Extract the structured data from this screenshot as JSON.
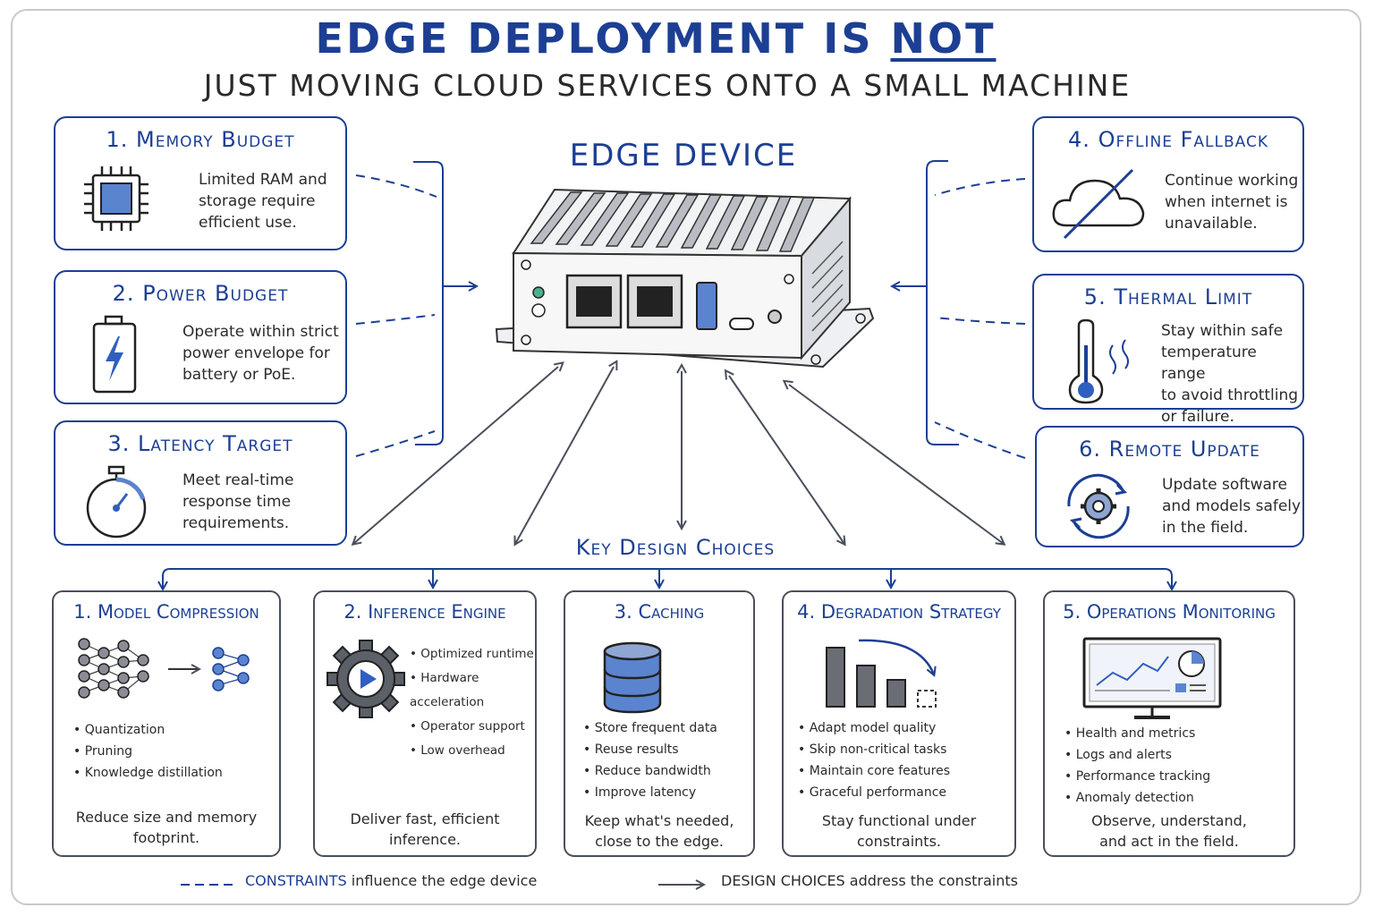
{
  "title": {
    "main": "EDGE DEPLOYMENT IS",
    "emph": "NOT",
    "subtitle": "JUST MOVING CLOUD SERVICES ONTO A SMALL MACHINE"
  },
  "center": {
    "title": "EDGE DEVICE"
  },
  "constraints": [
    {
      "number": "1.",
      "title": "Memory Budget",
      "text": [
        "Limited RAM and",
        "storage require",
        "efficient use."
      ],
      "icon": "chip-icon"
    },
    {
      "number": "2.",
      "title": "Power Budget",
      "text": [
        "Operate within strict",
        "power envelope for",
        "battery or PoE."
      ],
      "icon": "battery-icon"
    },
    {
      "number": "3.",
      "title": "Latency Target",
      "text": [
        "Meet real-time",
        "response time",
        "requirements."
      ],
      "icon": "stopwatch-icon"
    },
    {
      "number": "4.",
      "title": "Offline Fallback",
      "text": [
        "Continue working",
        "when internet is",
        "unavailable."
      ],
      "icon": "cloud-offline-icon"
    },
    {
      "number": "5.",
      "title": "Thermal Limit",
      "text": [
        "Stay within safe",
        "temperature range",
        "to avoid throttling",
        "or failure."
      ],
      "icon": "thermometer-icon"
    },
    {
      "number": "6.",
      "title": "Remote Update",
      "text": [
        "Update software",
        "and models safely",
        "in the field."
      ],
      "icon": "update-gear-icon"
    }
  ],
  "key_design": {
    "title": "Key Design Choices",
    "choices": [
      {
        "number": "1.",
        "title": "Model Compression",
        "bullets": [
          "Quantization",
          "Pruning",
          "Knowledge distillation"
        ],
        "footer": [
          "Reduce size and memory",
          "footprint."
        ],
        "icon": "network-compression-icon"
      },
      {
        "number": "2.",
        "title": "Inference Engine",
        "bullets": [
          "Optimized runtime",
          "Hardware acceleration",
          "Operator support",
          "Low overhead"
        ],
        "footer": [
          "Deliver fast, efficient",
          "inference."
        ],
        "icon": "gear-play-icon"
      },
      {
        "number": "3.",
        "title": "Caching",
        "bullets": [
          "Store frequent data",
          "Reuse results",
          "Reduce bandwidth",
          "Improve latency"
        ],
        "footer": [
          "Keep what's needed,",
          "close to the edge."
        ],
        "icon": "database-icon"
      },
      {
        "number": "4.",
        "title": "Degradation Strategy",
        "bullets": [
          "Adapt model quality",
          "Skip non-critical tasks",
          "Maintain core features",
          "Graceful performance"
        ],
        "footer": [
          "Stay functional under",
          "constraints."
        ],
        "icon": "descending-bars-icon"
      },
      {
        "number": "5.",
        "title": "Operations Monitoring",
        "bullets": [
          "Health and metrics",
          "Logs and alerts",
          "Performance tracking",
          "Anomaly detection"
        ],
        "footer": [
          "Observe, understand,",
          "and act in the field."
        ],
        "icon": "monitor-dashboard-icon"
      }
    ]
  },
  "legend": {
    "constraints_word": "CONSTRAINTS",
    "constraints_rest": "influence the edge device",
    "design_text": "DESIGN CHOICES address the constraints"
  },
  "colors": {
    "accent": "#1c3f94",
    "icon_fill": "#5b84cf",
    "card_border_dark": "#4a4f5c"
  }
}
